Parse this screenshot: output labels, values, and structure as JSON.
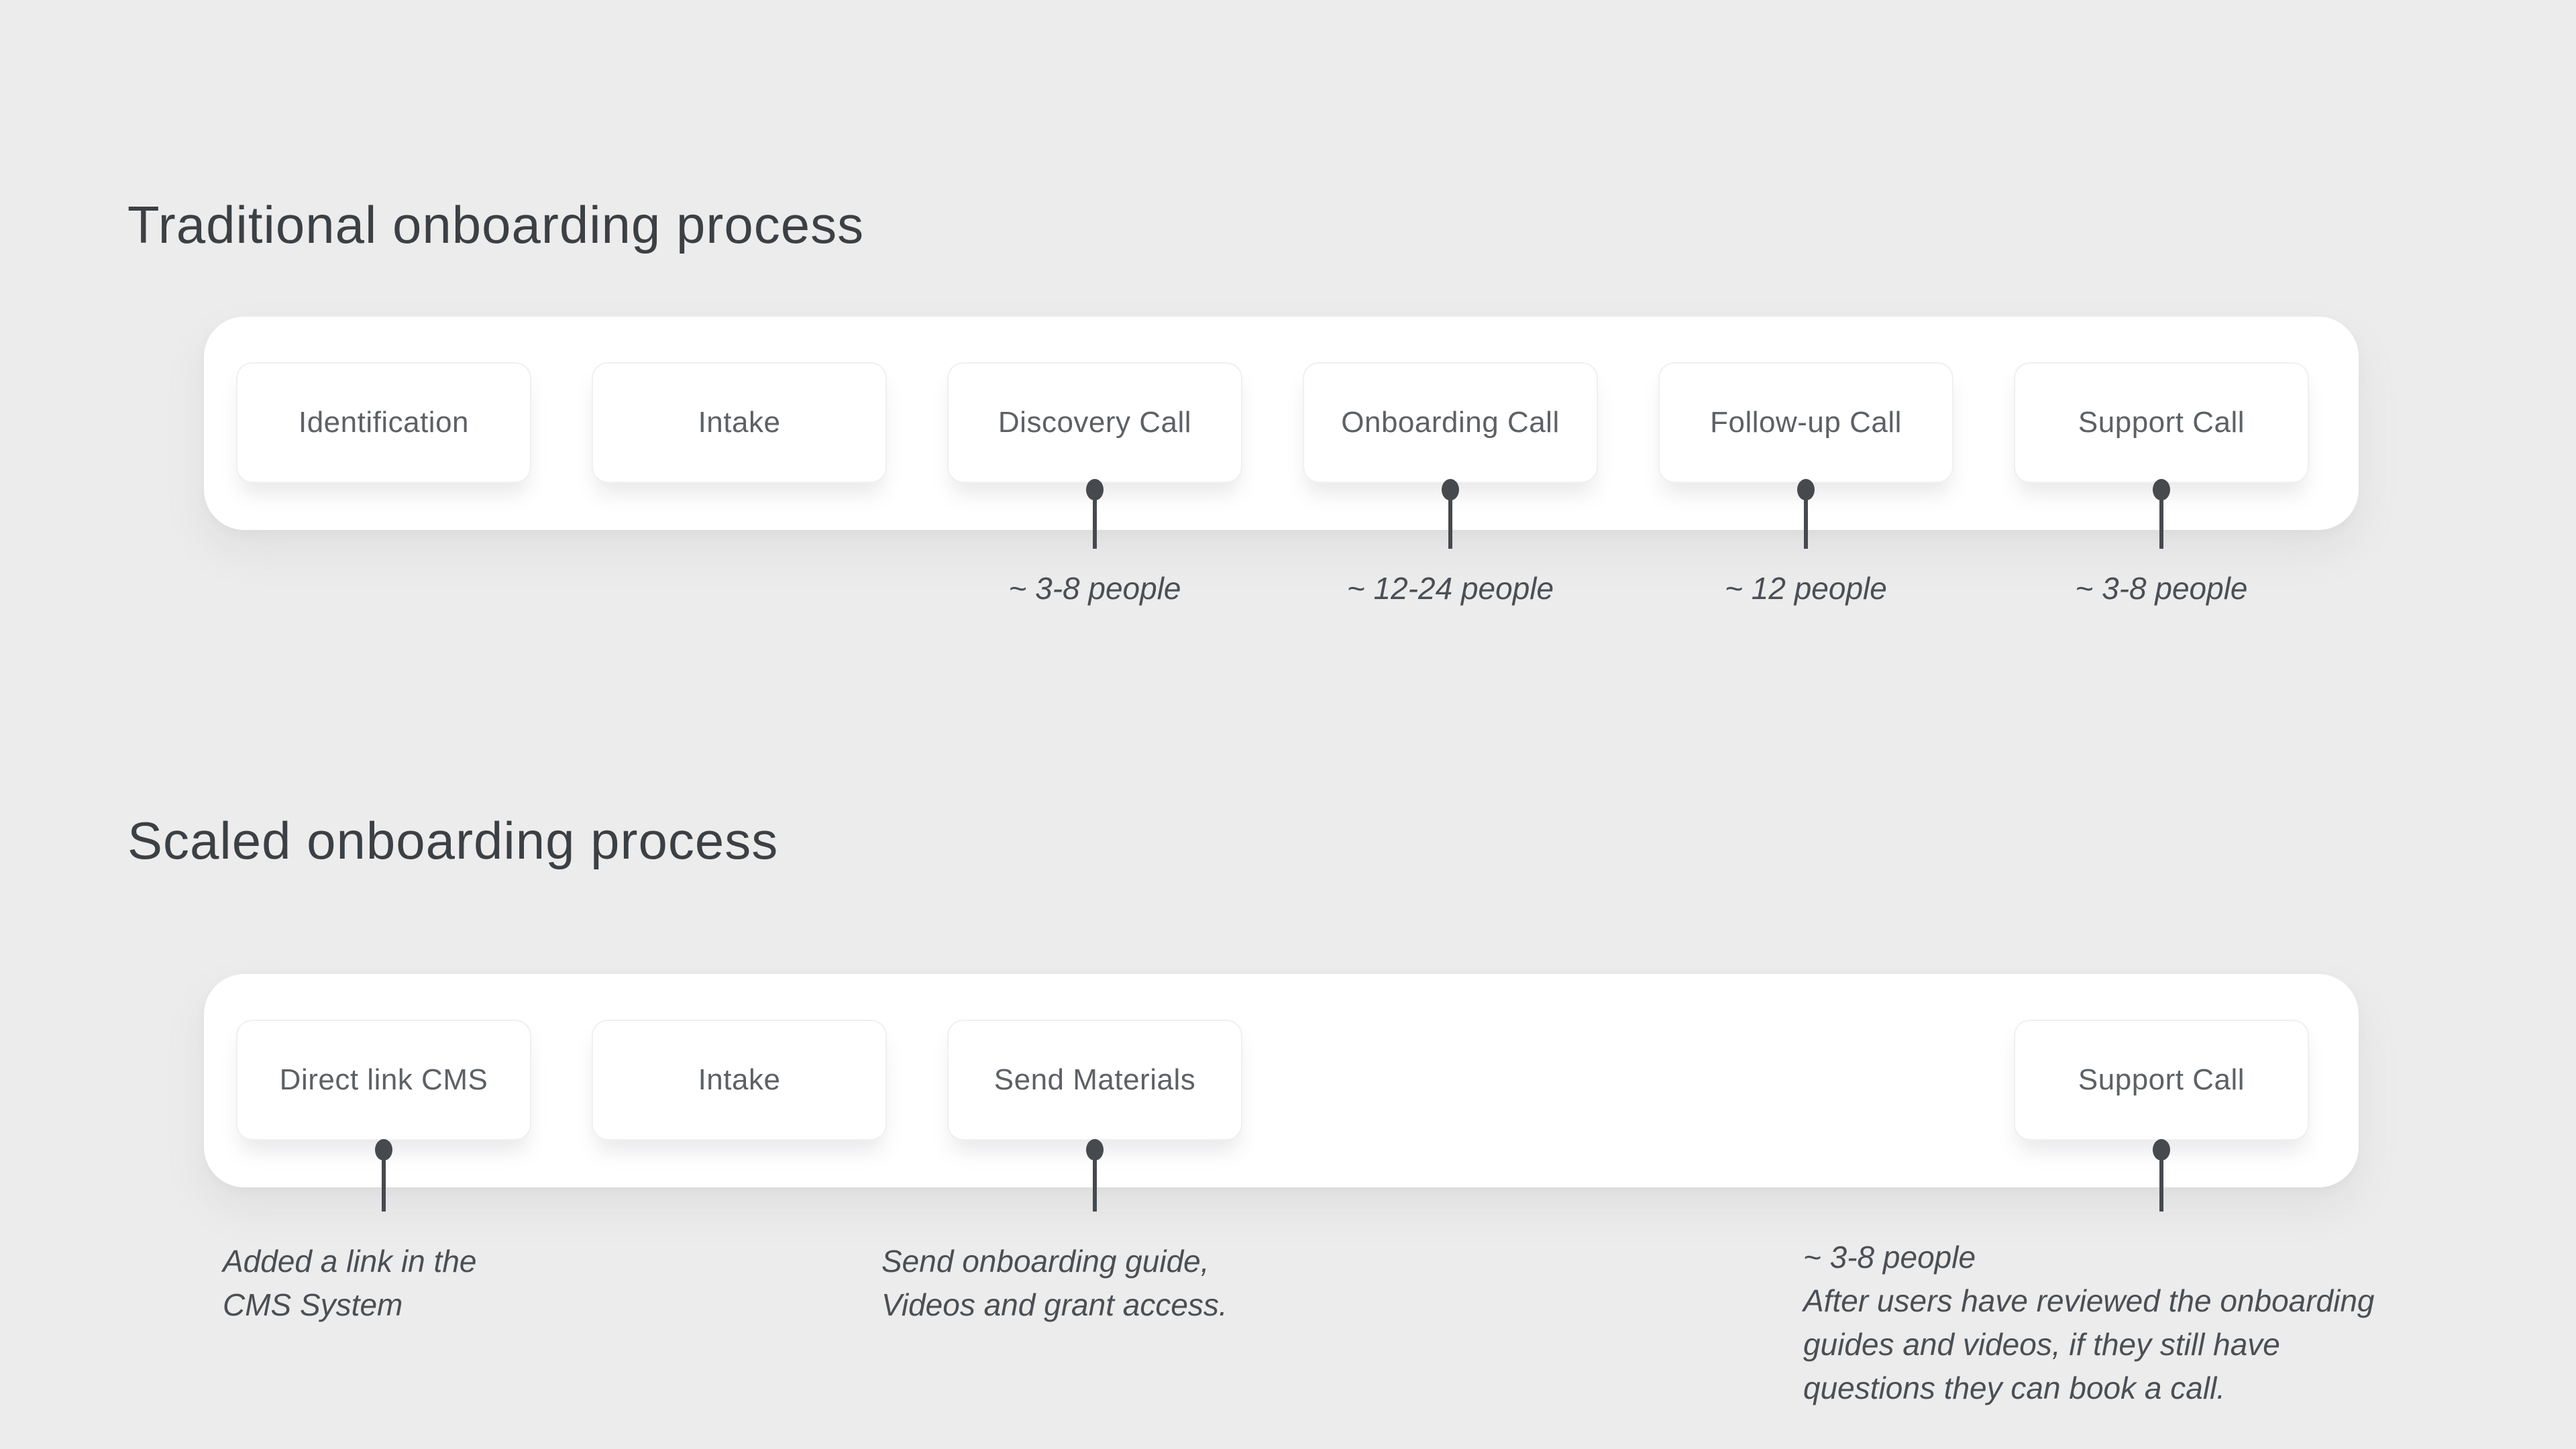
{
  "palette": {
    "background": "#ececec",
    "surface": "#ffffff",
    "card_border": "#f0f0f1",
    "title_text": "#3c4044",
    "card_text": "#5d6165",
    "note_text": "#4b4f53",
    "connector": "#46494d"
  },
  "sections": [
    {
      "title": "Traditional onboarding process",
      "steps": [
        {
          "label": "Identification"
        },
        {
          "label": "Intake"
        },
        {
          "label": "Discovery Call",
          "annotation": "~ 3-8 people"
        },
        {
          "label": "Onboarding Call",
          "annotation": "~ 12-24 people"
        },
        {
          "label": "Follow-up Call",
          "annotation": "~ 12 people"
        },
        {
          "label": "Support Call",
          "annotation": "~ 3-8 people"
        }
      ]
    },
    {
      "title": "Scaled onboarding process",
      "steps": [
        {
          "label": "Direct link CMS",
          "annotation": "Added a link in the\nCMS System"
        },
        {
          "label": "Intake"
        },
        {
          "label": "Send Materials",
          "annotation": "Send onboarding guide,\nVideos and grant access."
        },
        {
          "label": "Support Call",
          "annotation": "~ 3-8 people\nAfter users have reviewed the onboarding\nguides and videos, if they still have\nquestions they can book a call."
        }
      ]
    }
  ]
}
